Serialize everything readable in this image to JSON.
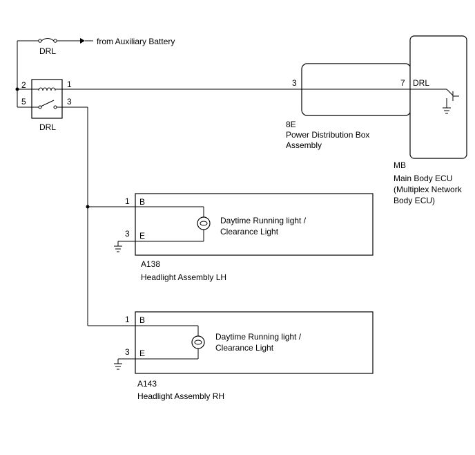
{
  "fuse": {
    "label": "DRL",
    "source_label": "from Auxiliary Battery"
  },
  "relay": {
    "label": "DRL",
    "pins": {
      "coil_in": "2",
      "coil_out": "1",
      "switch_in": "5",
      "switch_out": "3"
    }
  },
  "pdb": {
    "pin": "3",
    "code": "8E",
    "name_line1": "Power Distribution Box",
    "name_line2": "Assembly"
  },
  "ecu": {
    "pin": "7",
    "pin_label": "DRL",
    "code": "MB",
    "name_line1": "Main Body ECU",
    "name_line2": "(Multiplex Network",
    "name_line3": "Body ECU)"
  },
  "headlight_lh": {
    "pin_b": "1",
    "pin_b_label": "B",
    "pin_e": "3",
    "pin_e_label": "E",
    "lamp_line1": "Daytime Running light /",
    "lamp_line2": "Clearance Light",
    "code": "A138",
    "name": "Headlight Assembly LH"
  },
  "headlight_rh": {
    "pin_b": "1",
    "pin_b_label": "B",
    "pin_e": "3",
    "pin_e_label": "E",
    "lamp_line1": "Daytime Running light /",
    "lamp_line2": "Clearance Light",
    "code": "A143",
    "name": "Headlight Assembly RH"
  }
}
